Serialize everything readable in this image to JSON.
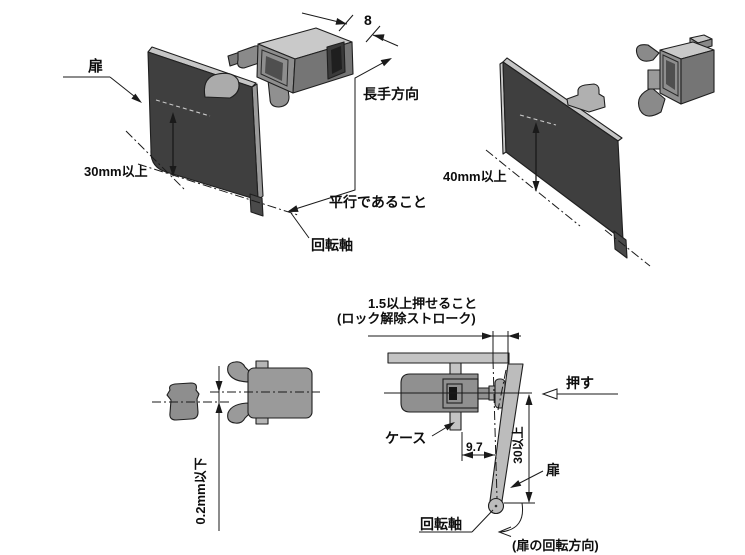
{
  "figures": {
    "top_left": {
      "door": "扉",
      "width_dim": "8",
      "longitudinal": "長手方向",
      "min_edge_distance": "30mm以上",
      "parallel_note": "平行であること",
      "rotation_axis": "回転軸"
    },
    "top_right": {
      "min_edge_distance": "40mm以上"
    },
    "bottom_left": {
      "axis_offset_tolerance": "0.2mm以下"
    },
    "bottom_right": {
      "stroke_note": "1.5以上押せること",
      "stroke_note_sub": "(ロック解除ストローク)",
      "push": "押す",
      "case": "ケース",
      "case_to_door_dim": "9.7",
      "min_door_length": "30以上",
      "door": "扉",
      "rotation_axis": "回転軸",
      "rotation_direction": "(扉の回転方向)"
    }
  },
  "colors": {
    "door_face": "#3f3f3f",
    "edge_light": "#c6c6c6",
    "body_light": "#c9c9c9",
    "body_mid": "#8e8e8e",
    "body_dark": "#757575",
    "bar_light": "#bcbcbc",
    "line": "#1a1a1a"
  }
}
